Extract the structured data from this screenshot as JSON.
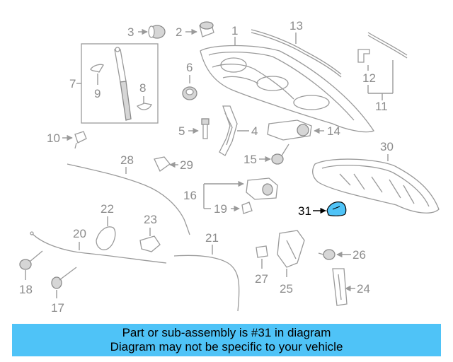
{
  "highlight_color": "#4fc3f7",
  "callouts": {
    "c1": "1",
    "c2": "2",
    "c3": "3",
    "c4": "4",
    "c5": "5",
    "c6": "6",
    "c7": "7",
    "c8": "8",
    "c9": "9",
    "c10": "10",
    "c11": "11",
    "c12": "12",
    "c13": "13",
    "c14": "14",
    "c15": "15",
    "c16": "16",
    "c17": "17",
    "c18": "18",
    "c19": "19",
    "c20": "20",
    "c21": "21",
    "c22": "22",
    "c23": "23",
    "c24": "24",
    "c25": "25",
    "c26": "26",
    "c27": "27",
    "c28": "28",
    "c29": "29",
    "c30": "30",
    "c31": "31"
  },
  "caption": {
    "line1": "Part or sub-assembly is #31 in diagram",
    "line2": "Diagram may not be specific to your vehicle"
  }
}
